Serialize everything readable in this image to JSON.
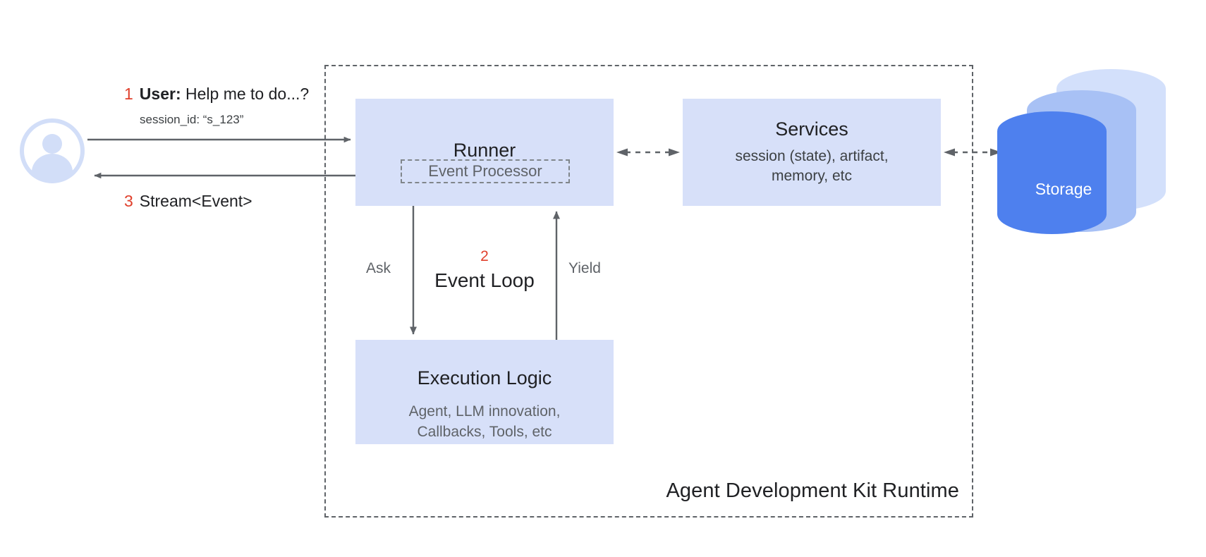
{
  "diagram": {
    "runtime_container_label": "Agent Development Kit Runtime",
    "colors": {
      "block_fill": "#d7e0f9",
      "accent_red": "#e0402c",
      "storage_blue": "#4e80ee",
      "storage_blue_mid": "#a8c1f5",
      "storage_blue_light": "#d3e0fb",
      "avatar_blue": "#d2def8",
      "line_gray": "#5f6368",
      "text_dark": "#202124",
      "text_muted": "#5f6368"
    }
  },
  "actor": {
    "icon": "user-avatar-icon"
  },
  "messages": {
    "request": {
      "step": "1",
      "who": "User:",
      "text": "Help me to do...?",
      "detail": "session_id: “s_123”"
    },
    "response": {
      "step": "3",
      "text": "Stream<Event>"
    }
  },
  "blocks": {
    "runner": {
      "title": "Runner",
      "sub_box": {
        "label": "Event Processor"
      }
    },
    "services": {
      "title": "Services",
      "subtitle_line1": "session (state), artifact,",
      "subtitle_line2": "memory, etc"
    },
    "execution_logic": {
      "title": "Execution Logic",
      "subtitle_line1": "Agent, LLM innovation,",
      "subtitle_line2": "Callbacks, Tools, etc"
    },
    "storage": {
      "title": "Storage"
    }
  },
  "event_loop": {
    "step": "2",
    "title": "Event Loop",
    "ask_label": "Ask",
    "yield_label": "Yield"
  },
  "connectors": [
    {
      "name": "user-to-runner",
      "style": "solid",
      "direction": "right"
    },
    {
      "name": "runner-to-user",
      "style": "solid",
      "direction": "left"
    },
    {
      "name": "runner-to-execution-ask",
      "style": "solid",
      "direction": "down"
    },
    {
      "name": "execution-to-runner-yield",
      "style": "solid",
      "direction": "up"
    },
    {
      "name": "runner-to-services",
      "style": "dashed",
      "direction": "both"
    },
    {
      "name": "services-to-storage",
      "style": "dashed",
      "direction": "both"
    }
  ]
}
